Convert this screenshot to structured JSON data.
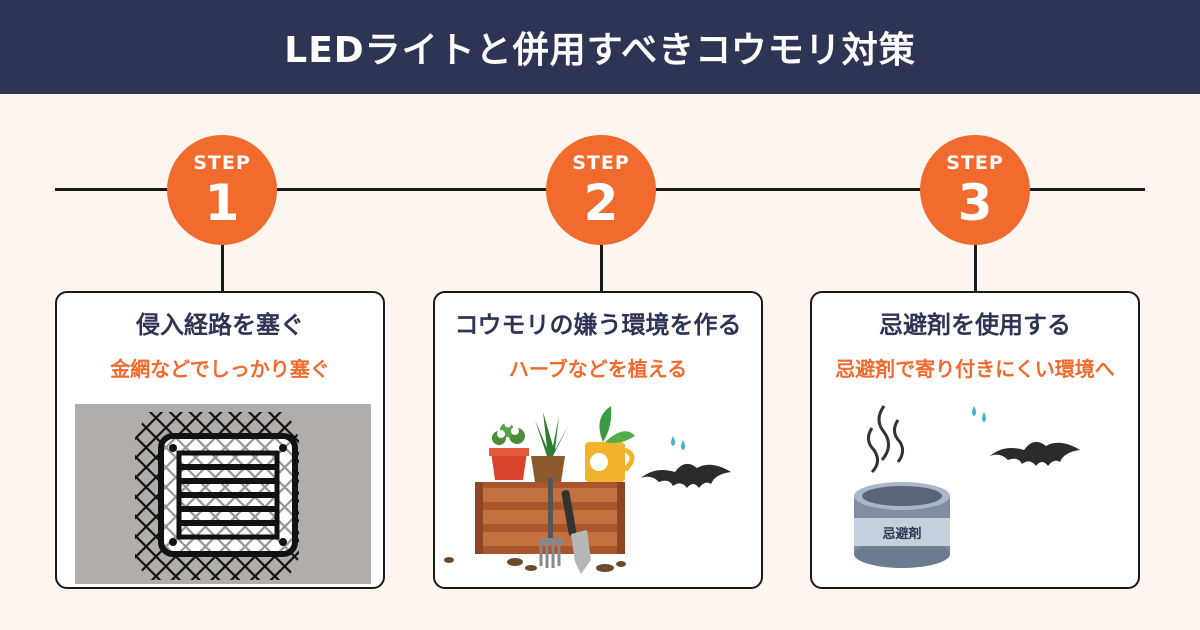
{
  "header": {
    "title": "LEDライトと併用すべきコウモリ対策"
  },
  "colors": {
    "navy": "#2e3454",
    "accent": "#f26b2e",
    "background": "#fdf6ee"
  },
  "steps": [
    {
      "word": "STEP",
      "number": "1",
      "title": "侵入経路を塞ぐ",
      "subtitle": "金網などでしっかり塞ぐ",
      "illustration": "vent-grille-with-wire-mesh"
    },
    {
      "word": "STEP",
      "number": "2",
      "title": "コウモリの嫌う環境を作る",
      "subtitle": "ハーブなどを植える",
      "illustration": "herb-planter-with-bat"
    },
    {
      "word": "STEP",
      "number": "3",
      "title": "忌避剤を使用する",
      "subtitle": "忌避剤で寄り付きにくい環境へ",
      "illustration": "repellent-can-with-bat",
      "can_label": "忌避剤"
    }
  ]
}
